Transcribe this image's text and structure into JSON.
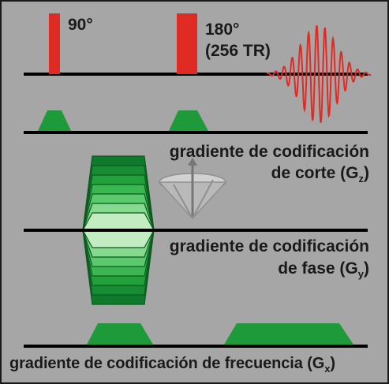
{
  "colors": {
    "background": "#a6a6a6",
    "baseline": "#000000",
    "rf_pulse": "#e02a24",
    "gradient": "#1f9a3b",
    "gradient_light": "#c9ecc8",
    "text": "#1a1a1a"
  },
  "labels": {
    "pulse_90": "90°",
    "pulse_180_line1": "180°",
    "pulse_180_line2": "(256 TR)",
    "slice_line1": "gradiente de codificación",
    "slice_line2_prefix": "de corte (G",
    "slice_sub": "z",
    "slice_suffix": ")",
    "phase_line1": "gradiente de codificación",
    "phase_line2_prefix": "de fase (G",
    "phase_sub": "y",
    "phase_suffix": ")",
    "freq_prefix": "gradiente de codificación de frecuencia (G",
    "freq_sub": "x",
    "freq_suffix": ")"
  },
  "icons": {
    "echo_signal": "echo-signal-icon",
    "spin_cone": "precessing-spin-icon"
  },
  "phase_encoding_steps": 7
}
